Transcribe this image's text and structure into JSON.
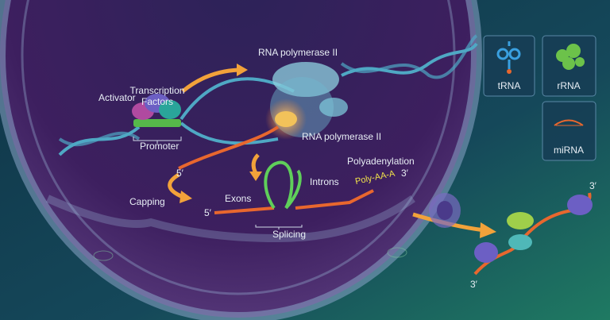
{
  "labels": {
    "transcription_factors_line1": "Transcription",
    "transcription_factors_line2": "Factors",
    "activator": "Activator",
    "promoter": "Promoter",
    "rna_pol_top": "RNA polymerase II",
    "rna_pol_mid": "RNA polymerase II",
    "five_prime_1": "5′",
    "capping": "Capping",
    "exons": "Exons",
    "introns": "Introns",
    "splicing": "Splicing",
    "five_prime_2": "5′",
    "polyadenylation": "Polyadenylation",
    "poly_tail": "Poly-AA-A",
    "poly_three_prime": "3′",
    "three_prime_top": "3′",
    "three_prime_bottom": "3′"
  },
  "panels": [
    {
      "label": "tRNA",
      "icon": "trna-icon"
    },
    {
      "label": "rRNA",
      "icon": "rrna-icon"
    },
    {
      "label": "miRNA",
      "icon": "mirna-icon"
    }
  ],
  "colors": {
    "background": "#134452",
    "nucleus": "#3a1f5e",
    "dna": "#4fa8c4",
    "mrna": "#e8672e",
    "arrow": "#f2a23a",
    "intron": "#5fcf5a",
    "poly_tail": "#f2e34a"
  }
}
